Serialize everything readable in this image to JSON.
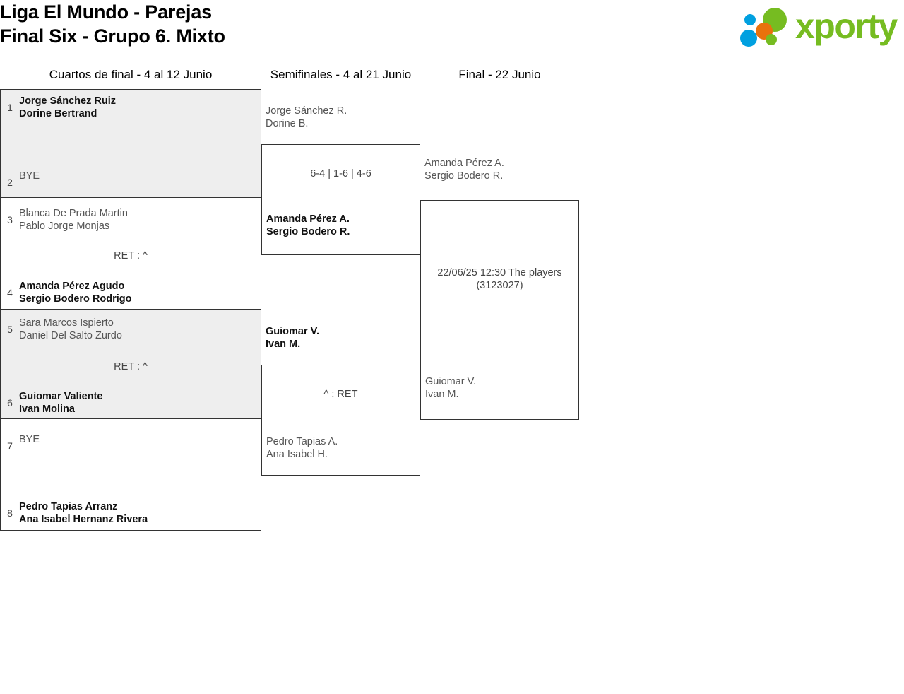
{
  "header": {
    "title_line1": "Liga El Mundo - Parejas",
    "title_line2": "Final Six - Grupo 6. Mixto",
    "logo_text": "xporty"
  },
  "rounds": [
    {
      "label": "Cuartos de final - 4 al 12 Junio"
    },
    {
      "label": "Semifinales - 4 al 21 Junio"
    },
    {
      "label": "Final - 22 Junio"
    }
  ],
  "quarterfinals": [
    {
      "top": {
        "seed": "1",
        "player1": "Jorge Sánchez Ruiz",
        "player2": "Dorine Bertrand",
        "status": "winner"
      },
      "bottom": {
        "seed": "2",
        "player1": "BYE",
        "player2": "",
        "status": "bye"
      },
      "score": ""
    },
    {
      "top": {
        "seed": "3",
        "player1": "Blanca De Prada Martin",
        "player2": "Pablo Jorge Monjas",
        "status": "loser"
      },
      "bottom": {
        "seed": "4",
        "player1": "Amanda Pérez Agudo",
        "player2": "Sergio Bodero Rodrigo",
        "status": "winner"
      },
      "score": "RET : ^"
    },
    {
      "top": {
        "seed": "5",
        "player1": "Sara Marcos Ispierto",
        "player2": "Daniel Del Salto Zurdo",
        "status": "loser"
      },
      "bottom": {
        "seed": "6",
        "player1": "Guiomar Valiente",
        "player2": "Ivan Molina",
        "status": "winner"
      },
      "score": "RET : ^"
    },
    {
      "top": {
        "seed": "7",
        "player1": "BYE",
        "player2": "",
        "status": "bye"
      },
      "bottom": {
        "seed": "8",
        "player1": "Pedro Tapias Arranz",
        "player2": "Ana Isabel Hernanz Rivera",
        "status": "winner"
      },
      "score": ""
    }
  ],
  "semifinals": [
    {
      "top": {
        "player1": "Jorge Sánchez R.",
        "player2": "Dorine B.",
        "status": "loser"
      },
      "bottom": {
        "player1": "Amanda Pérez A.",
        "player2": "Sergio Bodero R.",
        "status": "winner"
      },
      "score": "6-4 | 1-6 | 4-6"
    },
    {
      "top": {
        "player1": "Guiomar V.",
        "player2": "Ivan M.",
        "status": "winner"
      },
      "bottom": {
        "player1": "Pedro Tapias A.",
        "player2": "Ana Isabel H.",
        "status": "loser"
      },
      "score": "^ : RET"
    }
  ],
  "final": {
    "top": {
      "player1": "Amanda Pérez A.",
      "player2": "Sergio Bodero R.",
      "status": "loser"
    },
    "bottom": {
      "player1": "Guiomar V.",
      "player2": "Ivan M.",
      "status": "loser"
    },
    "meta_line1": "22/06/25 12:30 The players",
    "meta_line2": "(3123027)"
  },
  "colors": {
    "shaded_row": "#eeeeee",
    "border": "#333333",
    "logo_green": "#76bc21",
    "logo_blue": "#00a0e0",
    "logo_orange": "#e8720c"
  }
}
